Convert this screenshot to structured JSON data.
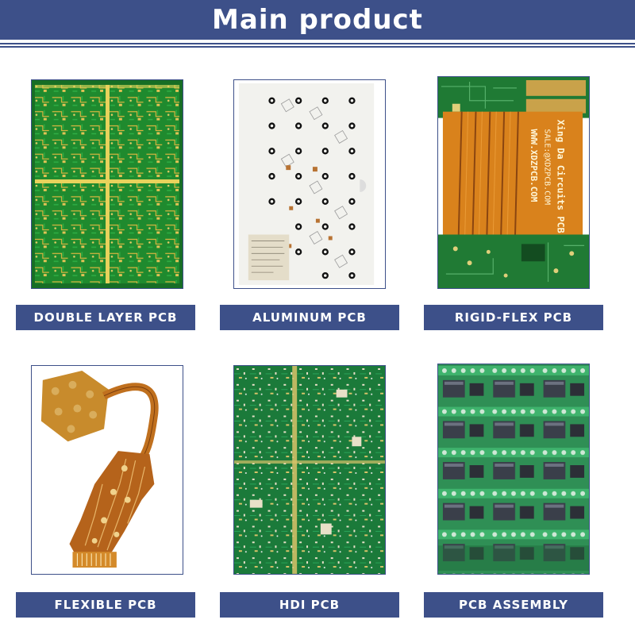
{
  "header": {
    "title": "Main product"
  },
  "products": [
    {
      "label": "DOUBLE LAYER PCB"
    },
    {
      "label": "ALUMINUM PCB"
    },
    {
      "label": "RIGID-FLEX PCB",
      "image_text": [
        "Xing Da Circuits PCB",
        "SALE:@XDZPCB.COM",
        "WWW.XDZPCB.COM"
      ]
    },
    {
      "label": "FLEXIBLE PCB"
    },
    {
      "label": "HDI PCB"
    },
    {
      "label": "PCB ASSEMBLY"
    }
  ]
}
